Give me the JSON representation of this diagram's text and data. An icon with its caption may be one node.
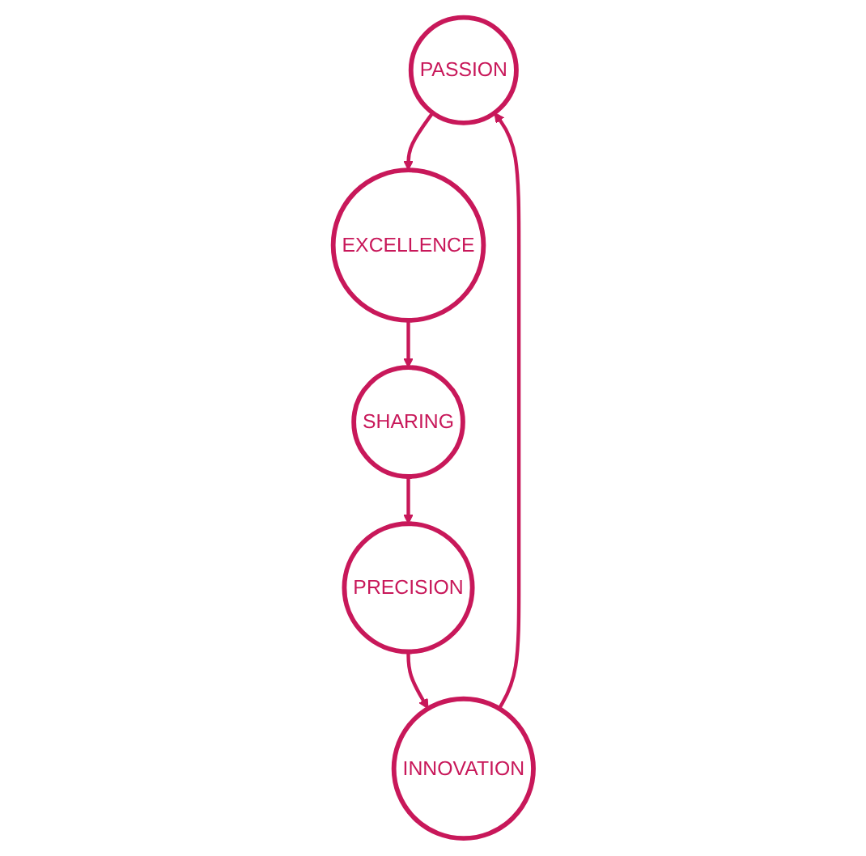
{
  "diagram": {
    "nodes": [
      {
        "text": [
          "PASSION"
        ]
      },
      {
        "text": [
          "EXCELLENCE"
        ]
      },
      {
        "text": [
          "SHARING"
        ]
      },
      {
        "text": [
          "PRECISION"
        ]
      },
      {
        "text": [
          "INNOVATION"
        ]
      }
    ],
    "edges": [
      {
        "from": 0,
        "to": 1,
        "arrow": "to"
      },
      {
        "from": 1,
        "to": 2,
        "arrow": "to"
      },
      {
        "from": 2,
        "to": 3,
        "arrow": "to"
      },
      {
        "from": 3,
        "to": 4,
        "arrow": "to"
      },
      {
        "from": 4,
        "to": 0,
        "arrow": "to"
      }
    ]
  }
}
